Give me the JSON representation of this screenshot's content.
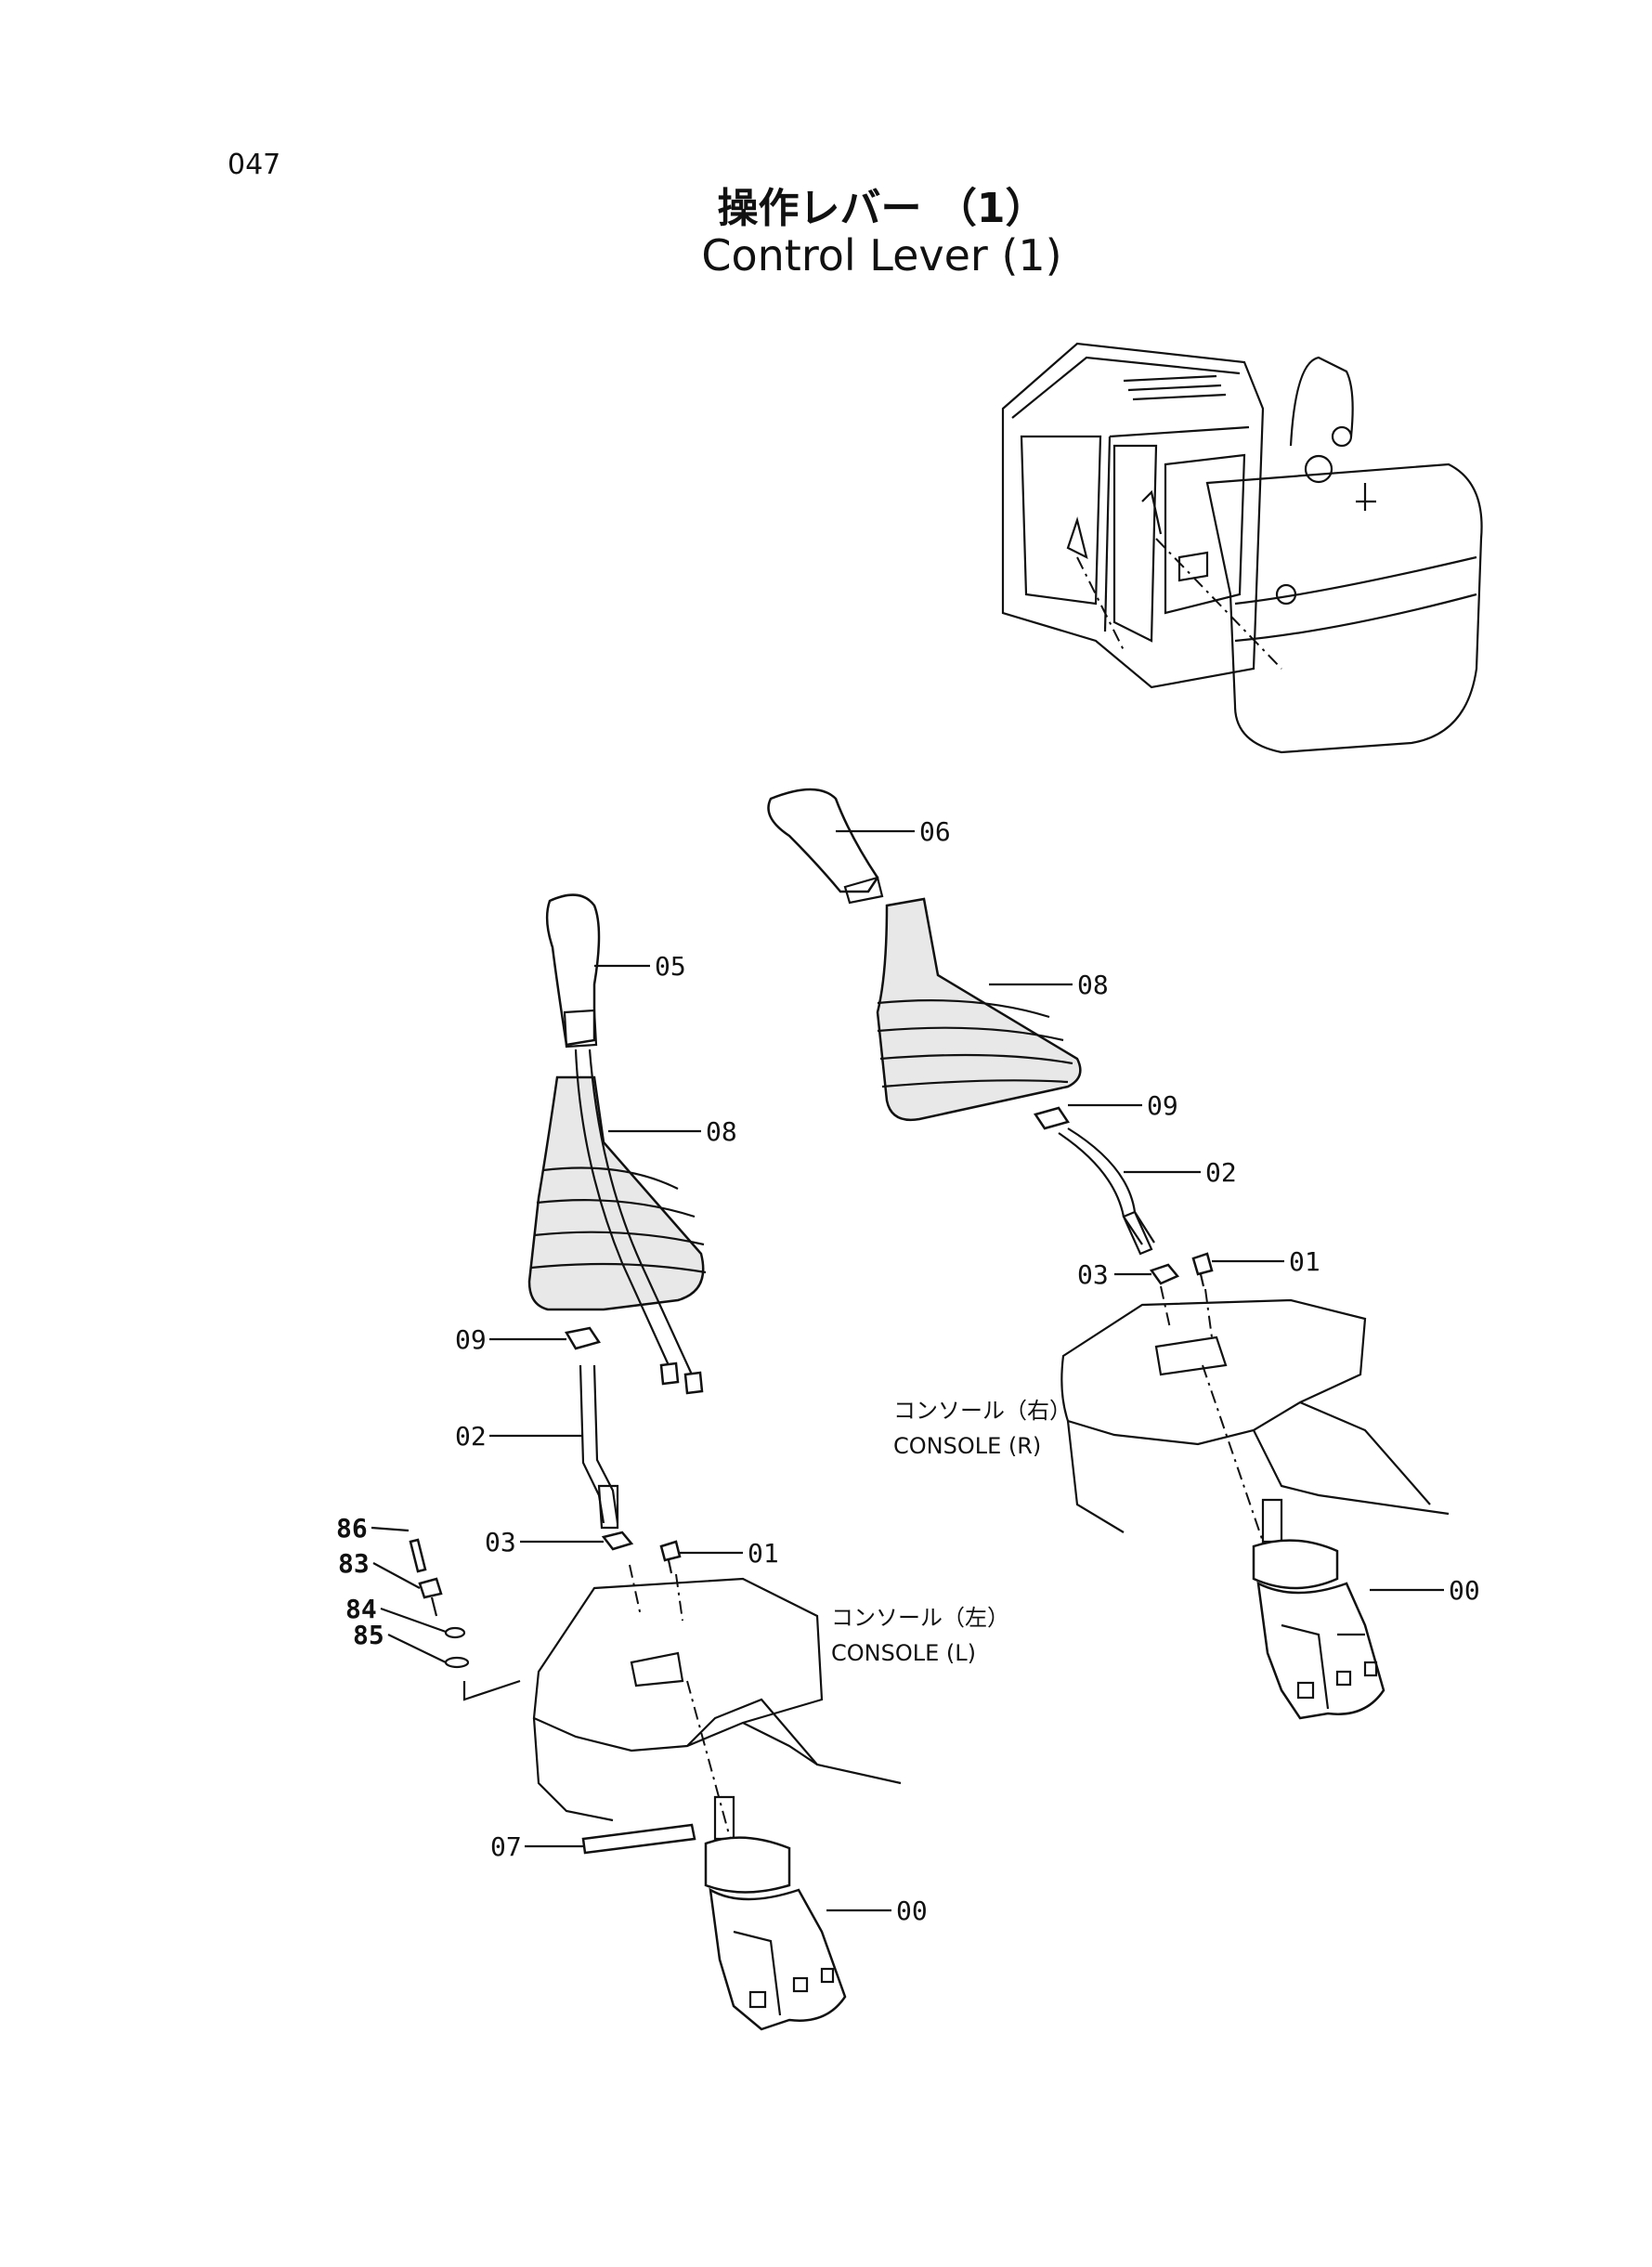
{
  "page_number": "047",
  "title": {
    "ja": "操作レバー （1）",
    "en": "Control Lever (1)"
  },
  "console_labels": {
    "right_ja": "コンソール（右）",
    "right_en": "CONSOLE (R)",
    "left_ja": "コンソール（左）",
    "left_en": "CONSOLE (L)"
  },
  "callouts": {
    "r06": "06",
    "r08": "08",
    "r09": "09",
    "r02": "02",
    "r03": "03",
    "r01": "01",
    "r00": "00",
    "l05": "05",
    "l08": "08",
    "l09": "09",
    "l02": "02",
    "l03": "03",
    "l01": "01",
    "l86": "86",
    "l83": "83",
    "l84": "84",
    "l85": "85",
    "l07": "07",
    "l00": "00"
  }
}
